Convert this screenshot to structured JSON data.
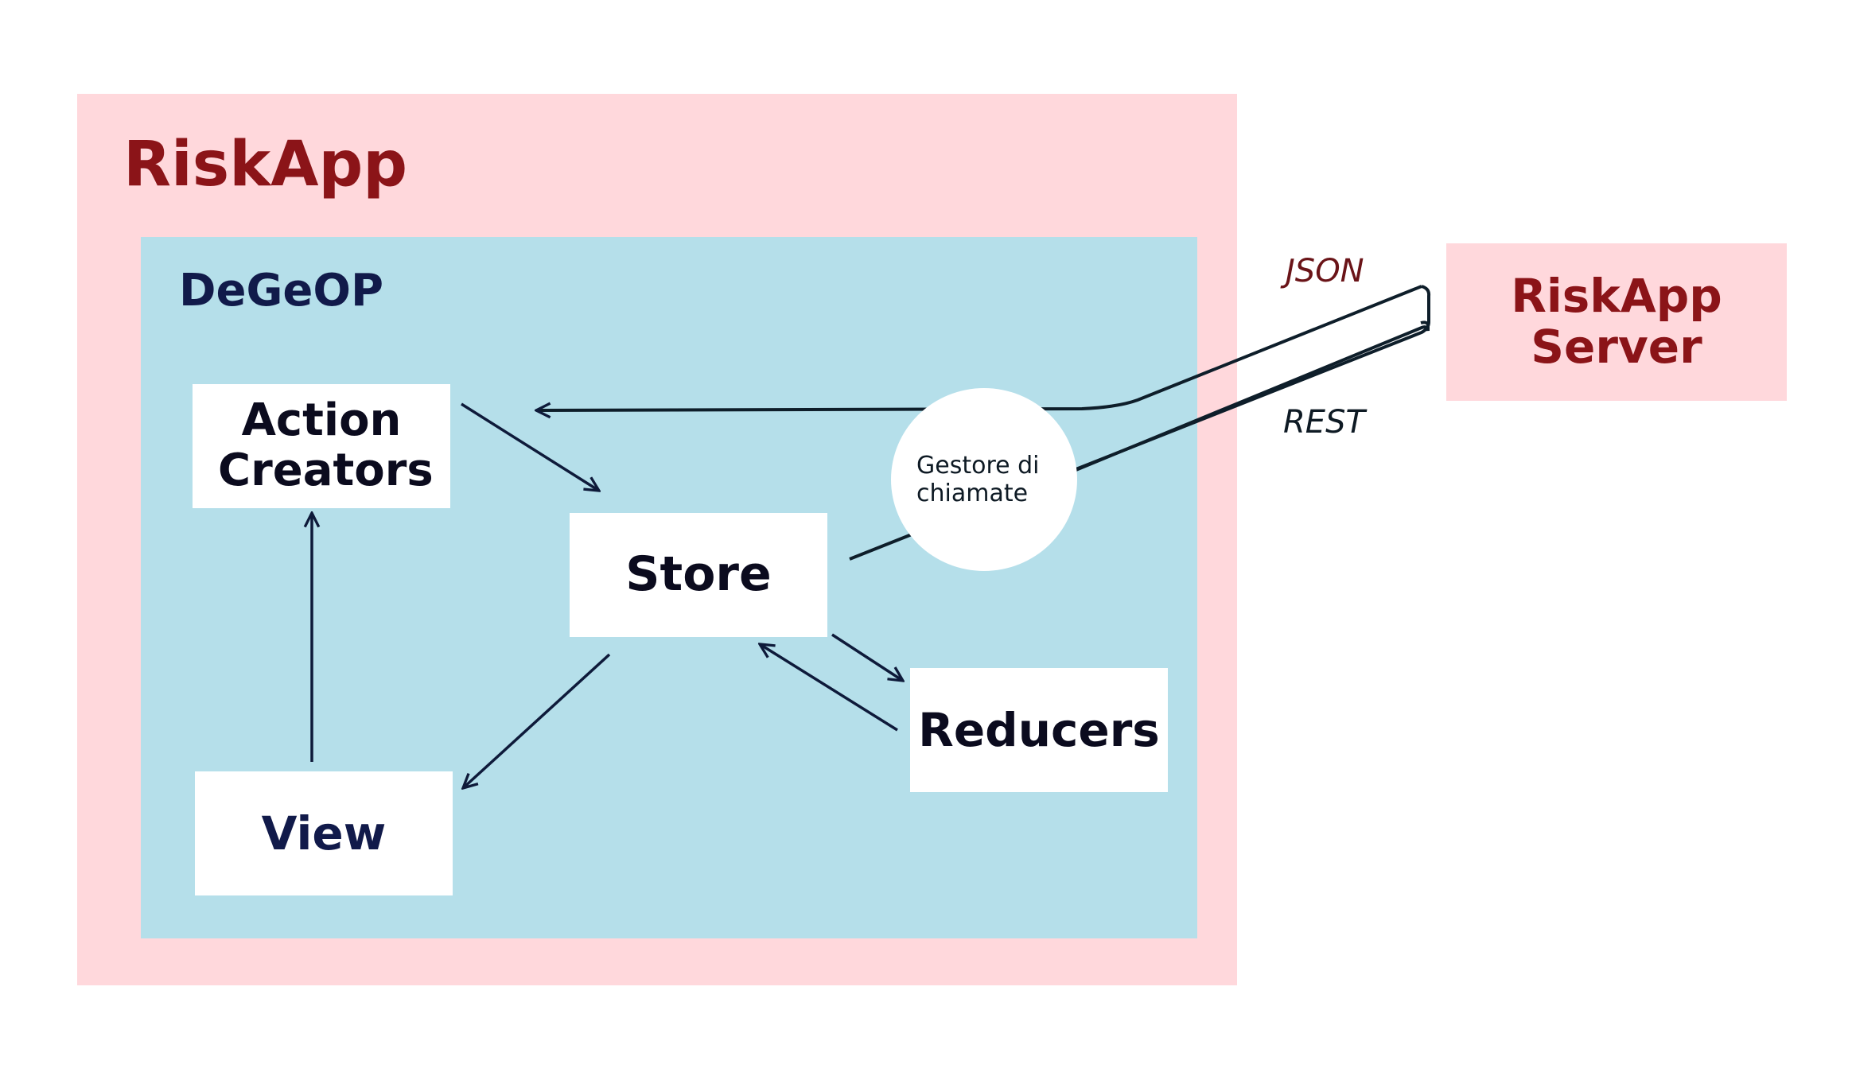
{
  "diagram": {
    "outer_title": "RiskApp",
    "inner_title": "DeGeOP",
    "nodes": {
      "action_creators": "Action Creators",
      "store": "Store",
      "reducers": "Reducers",
      "view": "View",
      "call_manager": "Gestore di chiamate",
      "server": "RiskApp Server"
    },
    "labels": {
      "json": "JSON",
      "rest": "REST"
    },
    "colors": {
      "outer_bg": "#ffd8dc",
      "inner_bg": "#b5dfea",
      "title_red": "#8b1418",
      "title_navy": "#111a4a",
      "arrow": "#0e1a3a",
      "cable": "#0e1e2a"
    }
  }
}
